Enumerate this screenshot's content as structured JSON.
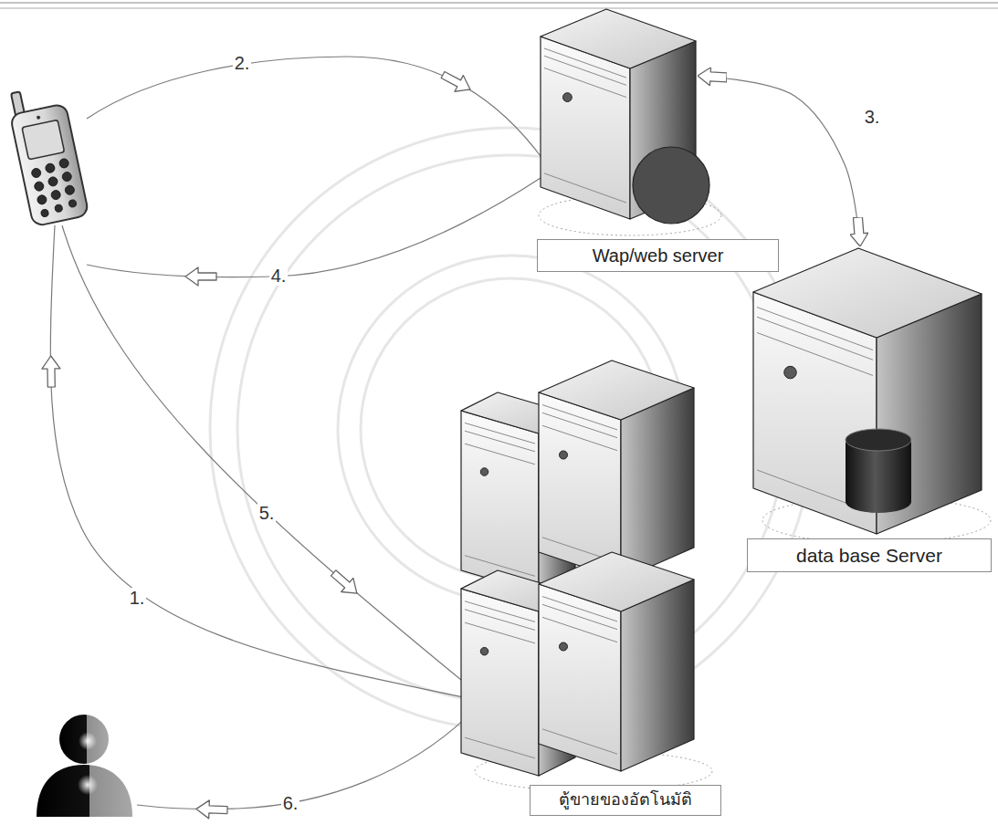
{
  "diagram": {
    "nodes": [
      {
        "text": [
          "Wap/web server"
        ]
      },
      {
        "text": [
          "data base Server"
        ]
      },
      {
        "text": [
          "ตู้ขายของอัตโนมัติ"
        ]
      }
    ],
    "edges": [
      {
        "from": 0,
        "to": 1,
        "arrow": "both",
        "label": "3."
      }
    ],
    "labels": [
      "2.",
      "4.",
      "5.",
      "1.",
      "6."
    ]
  }
}
